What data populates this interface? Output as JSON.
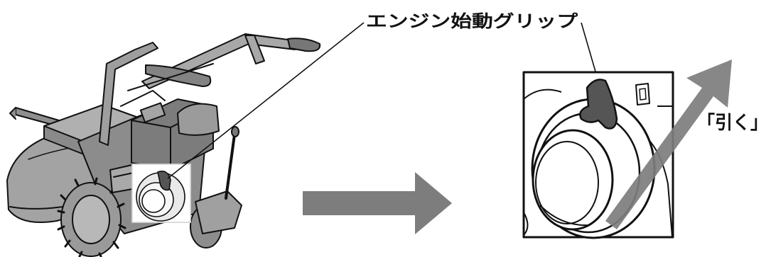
{
  "labels": {
    "part_name": "エンジン始動グリップ",
    "action": "「引く」"
  },
  "colors": {
    "line": "#111111",
    "machine_fill": "#9a9a9a",
    "machine_dark": "#6f6f6f",
    "arrow": "#7d7d7d",
    "background": "#ffffff"
  },
  "icons": {
    "machine": "walk-behind-mower-illustration",
    "transition": "right-arrow-icon",
    "pull": "diagonal-arrow-icon",
    "grip": "starter-grip-icon"
  }
}
